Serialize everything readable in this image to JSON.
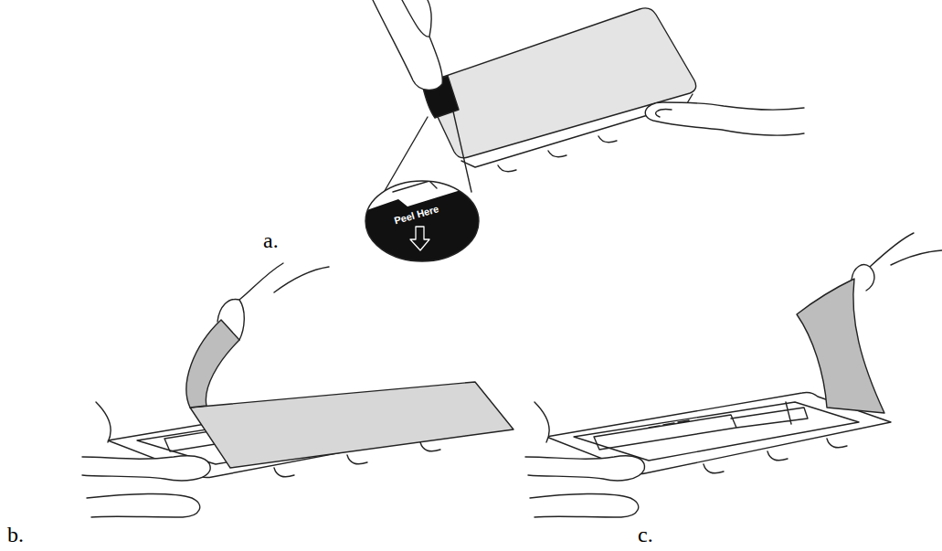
{
  "diagram": {
    "labels": [
      "a.",
      "b.",
      "c.",
      "Peel Here"
    ]
  }
}
